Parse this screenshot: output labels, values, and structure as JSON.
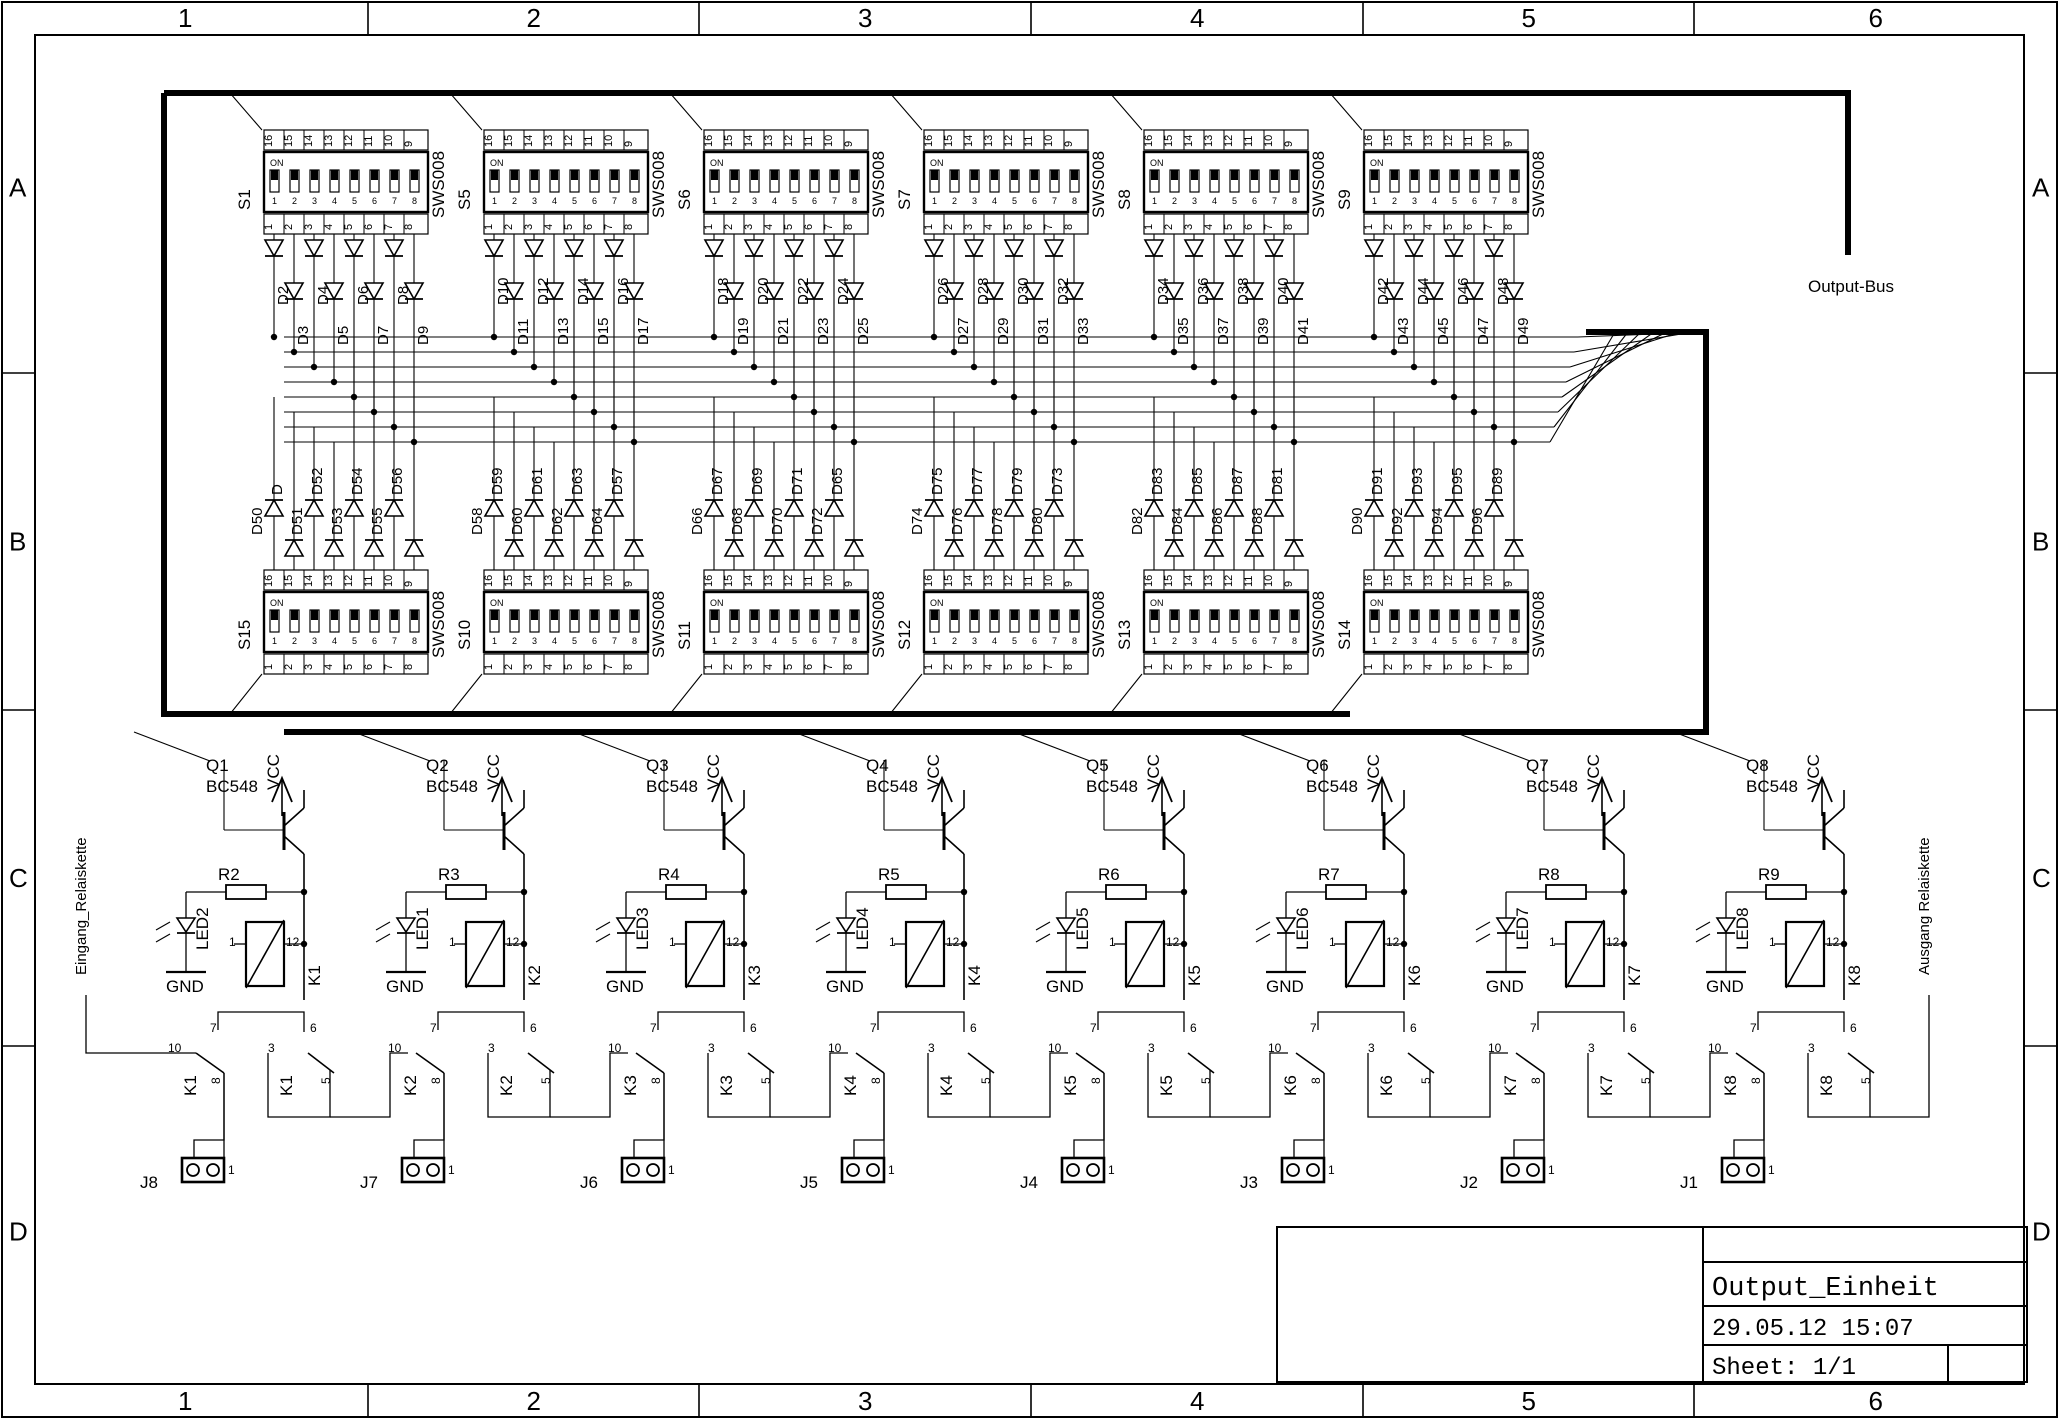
{
  "frame": {
    "columns": [
      "1",
      "2",
      "3",
      "4",
      "5",
      "6"
    ],
    "rows": [
      "A",
      "B",
      "C",
      "D"
    ]
  },
  "bus_label": "Output-Bus",
  "switch_part": "SWS008",
  "switch_on_label": "ON",
  "pins_top": [
    "16",
    "15",
    "14",
    "13",
    "12",
    "11",
    "10",
    "9"
  ],
  "pins_bottom": [
    "1",
    "2",
    "3",
    "4",
    "5",
    "6",
    "7",
    "8"
  ],
  "switches_top": [
    "S1",
    "S5",
    "S6",
    "S7",
    "S8",
    "S9"
  ],
  "switches_bottom": [
    "S15",
    "S10",
    "S11",
    "S12",
    "S13",
    "S14"
  ],
  "diode_labels_top": [
    [
      "D2",
      "D4",
      "D6",
      "D8",
      "D3",
      "D5",
      "D7",
      "D9"
    ],
    [
      "D10",
      "D12",
      "D14",
      "D16",
      "D11",
      "D13",
      "D15",
      "D17"
    ],
    [
      "D18",
      "D20",
      "D22",
      "D24",
      "D19",
      "D21",
      "D23",
      "D25"
    ],
    [
      "D26",
      "D28",
      "D30",
      "D32",
      "D27",
      "D29",
      "D31",
      "D33"
    ],
    [
      "D34",
      "D36",
      "D38",
      "D40",
      "D35",
      "D37",
      "D39",
      "D41"
    ],
    [
      "D42",
      "D44",
      "D46",
      "D48",
      "D43",
      "D45",
      "D47",
      "D49"
    ]
  ],
  "diode_labels_bottom": [
    [
      "D",
      "D52",
      "D54",
      "D56",
      "D50",
      "D51",
      "D53",
      "D55"
    ],
    [
      "D59",
      "D61",
      "D63",
      "D57",
      "D58",
      "D60",
      "D62",
      "D64"
    ],
    [
      "D67",
      "D69",
      "D71",
      "D65",
      "D66",
      "D68",
      "D70",
      "D72"
    ],
    [
      "D75",
      "D77",
      "D79",
      "D73",
      "D74",
      "D76",
      "D78",
      "D80"
    ],
    [
      "D83",
      "D85",
      "D87",
      "D81",
      "D82",
      "D84",
      "D86",
      "D88"
    ],
    [
      "D91",
      "D93",
      "D95",
      "D89",
      "D90",
      "D92",
      "D94",
      "D96"
    ]
  ],
  "stages": [
    {
      "q": "Q1",
      "r": "R2",
      "led": "LED2",
      "k": "K1",
      "j": "J8"
    },
    {
      "q": "Q2",
      "r": "R3",
      "led": "LED1",
      "k": "K2",
      "j": "J7"
    },
    {
      "q": "Q3",
      "r": "R4",
      "led": "LED3",
      "k": "K3",
      "j": "J6"
    },
    {
      "q": "Q4",
      "r": "R5",
      "led": "LED4",
      "k": "K4",
      "j": "J5"
    },
    {
      "q": "Q5",
      "r": "R6",
      "led": "LED5",
      "k": "K5",
      "j": "J4"
    },
    {
      "q": "Q6",
      "r": "R7",
      "led": "LED6",
      "k": "K6",
      "j": "J3"
    },
    {
      "q": "Q7",
      "r": "R8",
      "led": "LED7",
      "k": "K7",
      "j": "J2"
    },
    {
      "q": "Q8",
      "r": "R9",
      "led": "LED8",
      "k": "K8",
      "j": "J1"
    }
  ],
  "transistor_type": "BC548",
  "vcc_label": "VCC",
  "gnd_label": "GND",
  "coil_pin_left": "1",
  "coil_pin_right": "12",
  "contact_pins": {
    "common_a": "10",
    "nc_a": "7",
    "no_a": "8",
    "common_b": "3",
    "nc_b": "6",
    "no_b": "5"
  },
  "jumper_pin": "1",
  "input_label": "Eingang_Relaiskette",
  "output_label": "Ausgang  Relaiskette",
  "title_block": {
    "name": "Output_Einheit",
    "date": "29.05.12 15:07",
    "sheet": "Sheet: 1/1"
  }
}
